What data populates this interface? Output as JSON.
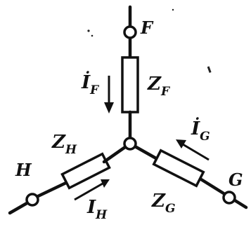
{
  "nodes": {
    "top": "F",
    "left": "H",
    "right": "G"
  },
  "impedances": {
    "top": {
      "main": "Z",
      "sub": "F"
    },
    "left": {
      "main": "Z",
      "sub": "H"
    },
    "right": {
      "main": "Z",
      "sub": "G"
    }
  },
  "currents": {
    "top": {
      "main": "İ",
      "sub": "F"
    },
    "left": {
      "main": "I",
      "sub": "H"
    },
    "right": {
      "main": "İ",
      "sub": "G"
    }
  },
  "colors": {
    "ink": "#111111",
    "background": "#ffffff"
  }
}
